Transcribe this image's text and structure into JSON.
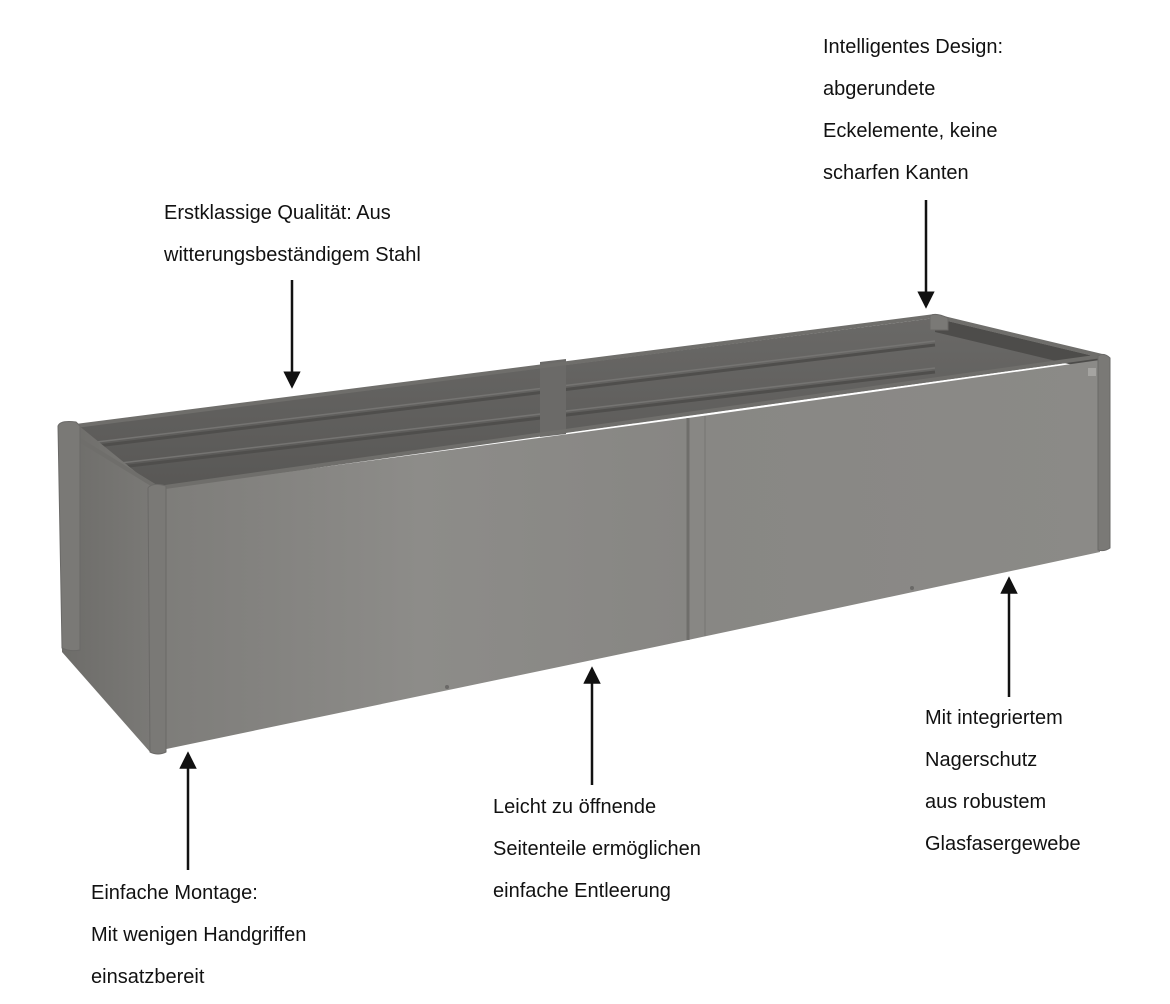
{
  "callouts": {
    "design": {
      "lines": [
        "Intelligentes Design:",
        "abgerundete",
        "Eckelemente, keine",
        "scharfen Kanten"
      ]
    },
    "quality": {
      "lines": [
        "Erstklassige Qualität: Aus",
        "witterungsbeständigem Stahl"
      ]
    },
    "assembly": {
      "lines": [
        "Einfache Montage:",
        "Mit wenigen Handgriffen",
        "einsatzbereit"
      ]
    },
    "panels": {
      "lines": [
        "Leicht zu öffnende",
        "Seitenteile ermöglichen",
        "einfache Entleerung"
      ]
    },
    "rodent": {
      "lines": [
        "Mit integriertem",
        "Nagerschutz",
        "aus robustem",
        "Glasfasergewebe"
      ]
    }
  },
  "colors": {
    "front_panel": "#8a8986",
    "front_panel_dark": "#7f7e7b",
    "interior": "#5e5d5b",
    "rim": "#6f6e6b",
    "corner": "#7a7976",
    "arrow": "#111111"
  }
}
